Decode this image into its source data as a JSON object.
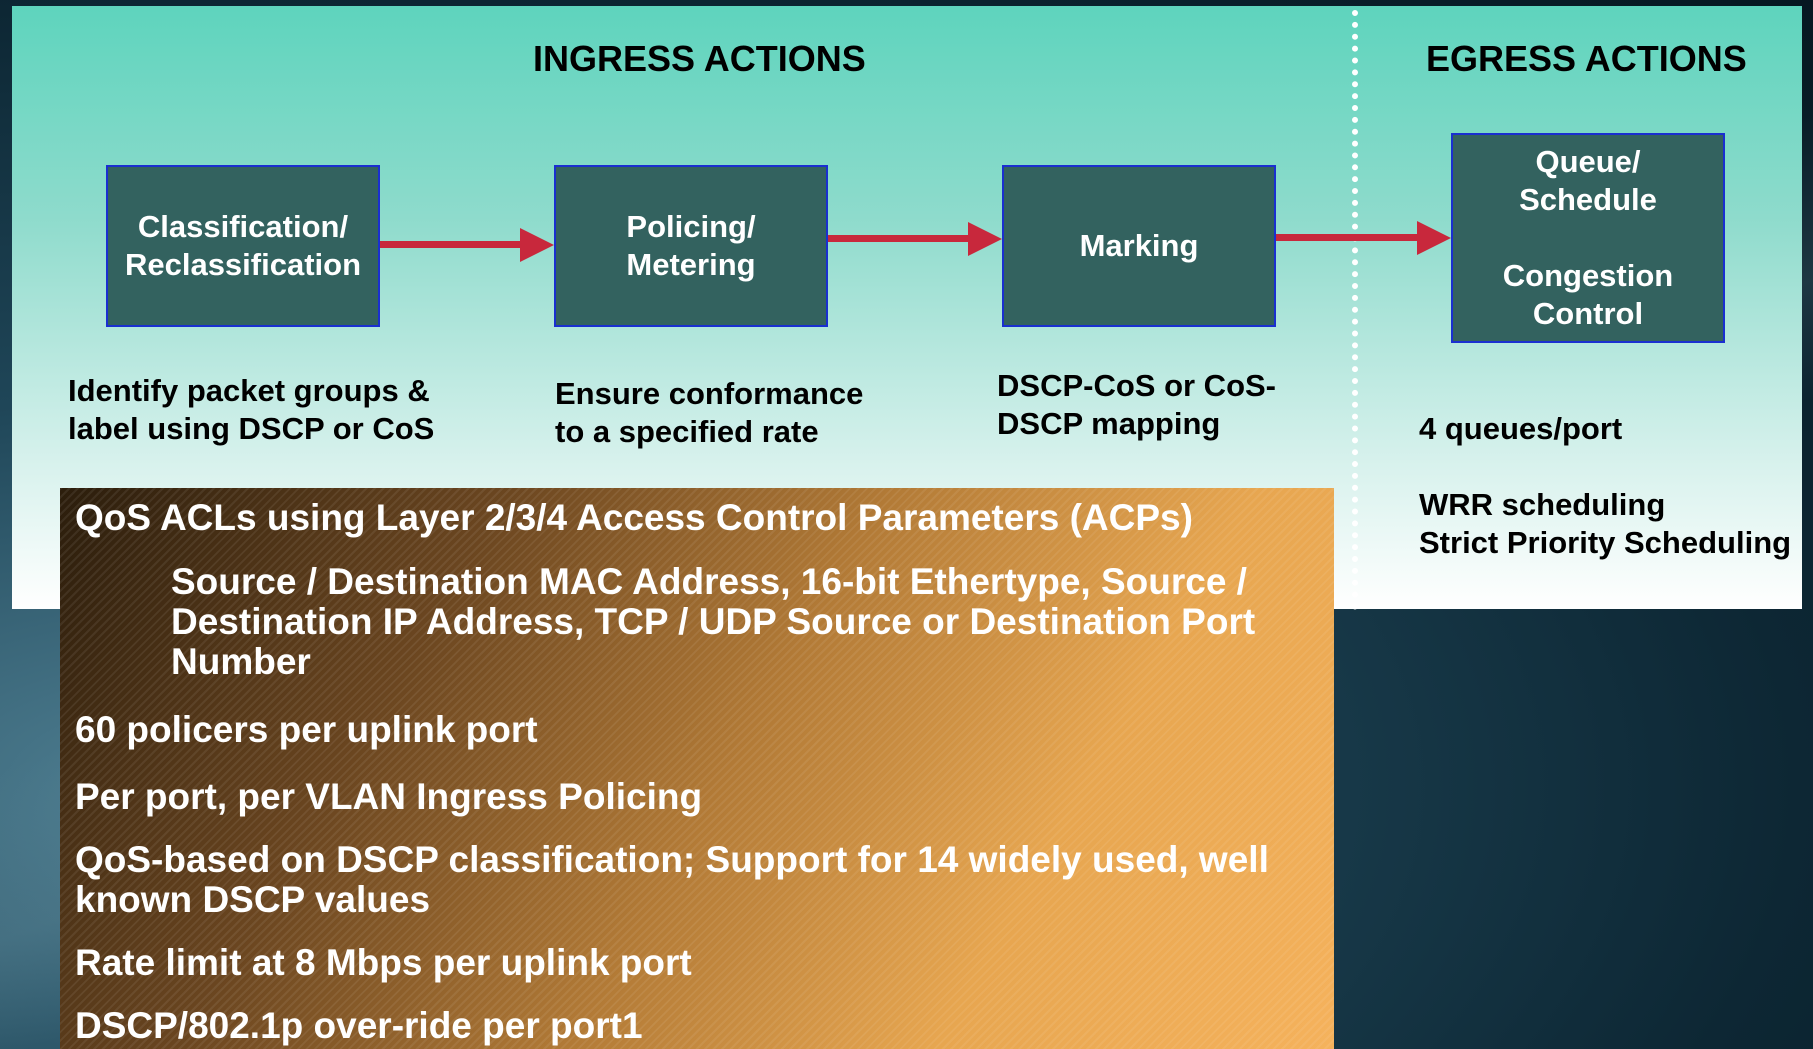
{
  "sections": {
    "ingress_title": "INGRESS ACTIONS",
    "egress_title": "EGRESS ACTIONS"
  },
  "boxes": [
    {
      "label": "Classification/\nReclassification"
    },
    {
      "label": "Policing/\nMetering"
    },
    {
      "label": "Marking"
    },
    {
      "label": "Queue/\nSchedule\n\nCongestion\nControl"
    }
  ],
  "descriptions": [
    "Identify packet groups &\nlabel using DSCP or CoS",
    "Ensure conformance\nto a specified rate",
    "DSCP-CoS or CoS-\nDSCP mapping"
  ],
  "egress_notes": {
    "queues": "4 queues/port",
    "scheduling": "WRR scheduling\nStrict Priority Scheduling"
  },
  "features": {
    "acl_heading": "QoS ACLs using Layer 2/3/4 Access Control Parameters (ACPs)",
    "acl_detail": "Source / Destination MAC Address, 16-bit Ethertype, Source / Destination IP Address, TCP / UDP Source or Destination Port Number",
    "items": [
      "60 policers per uplink port",
      "Per port, per VLAN Ingress Policing",
      "QoS-based on DSCP classification; Support for 14 widely used, well known DSCP values",
      "Rate limit at 8 Mbps per uplink port",
      "DSCP/802.1p over-ride per port1"
    ]
  },
  "colors": {
    "box_fill": "#33625f",
    "box_border": "#1a2fd0",
    "arrow": "#c8283c"
  }
}
